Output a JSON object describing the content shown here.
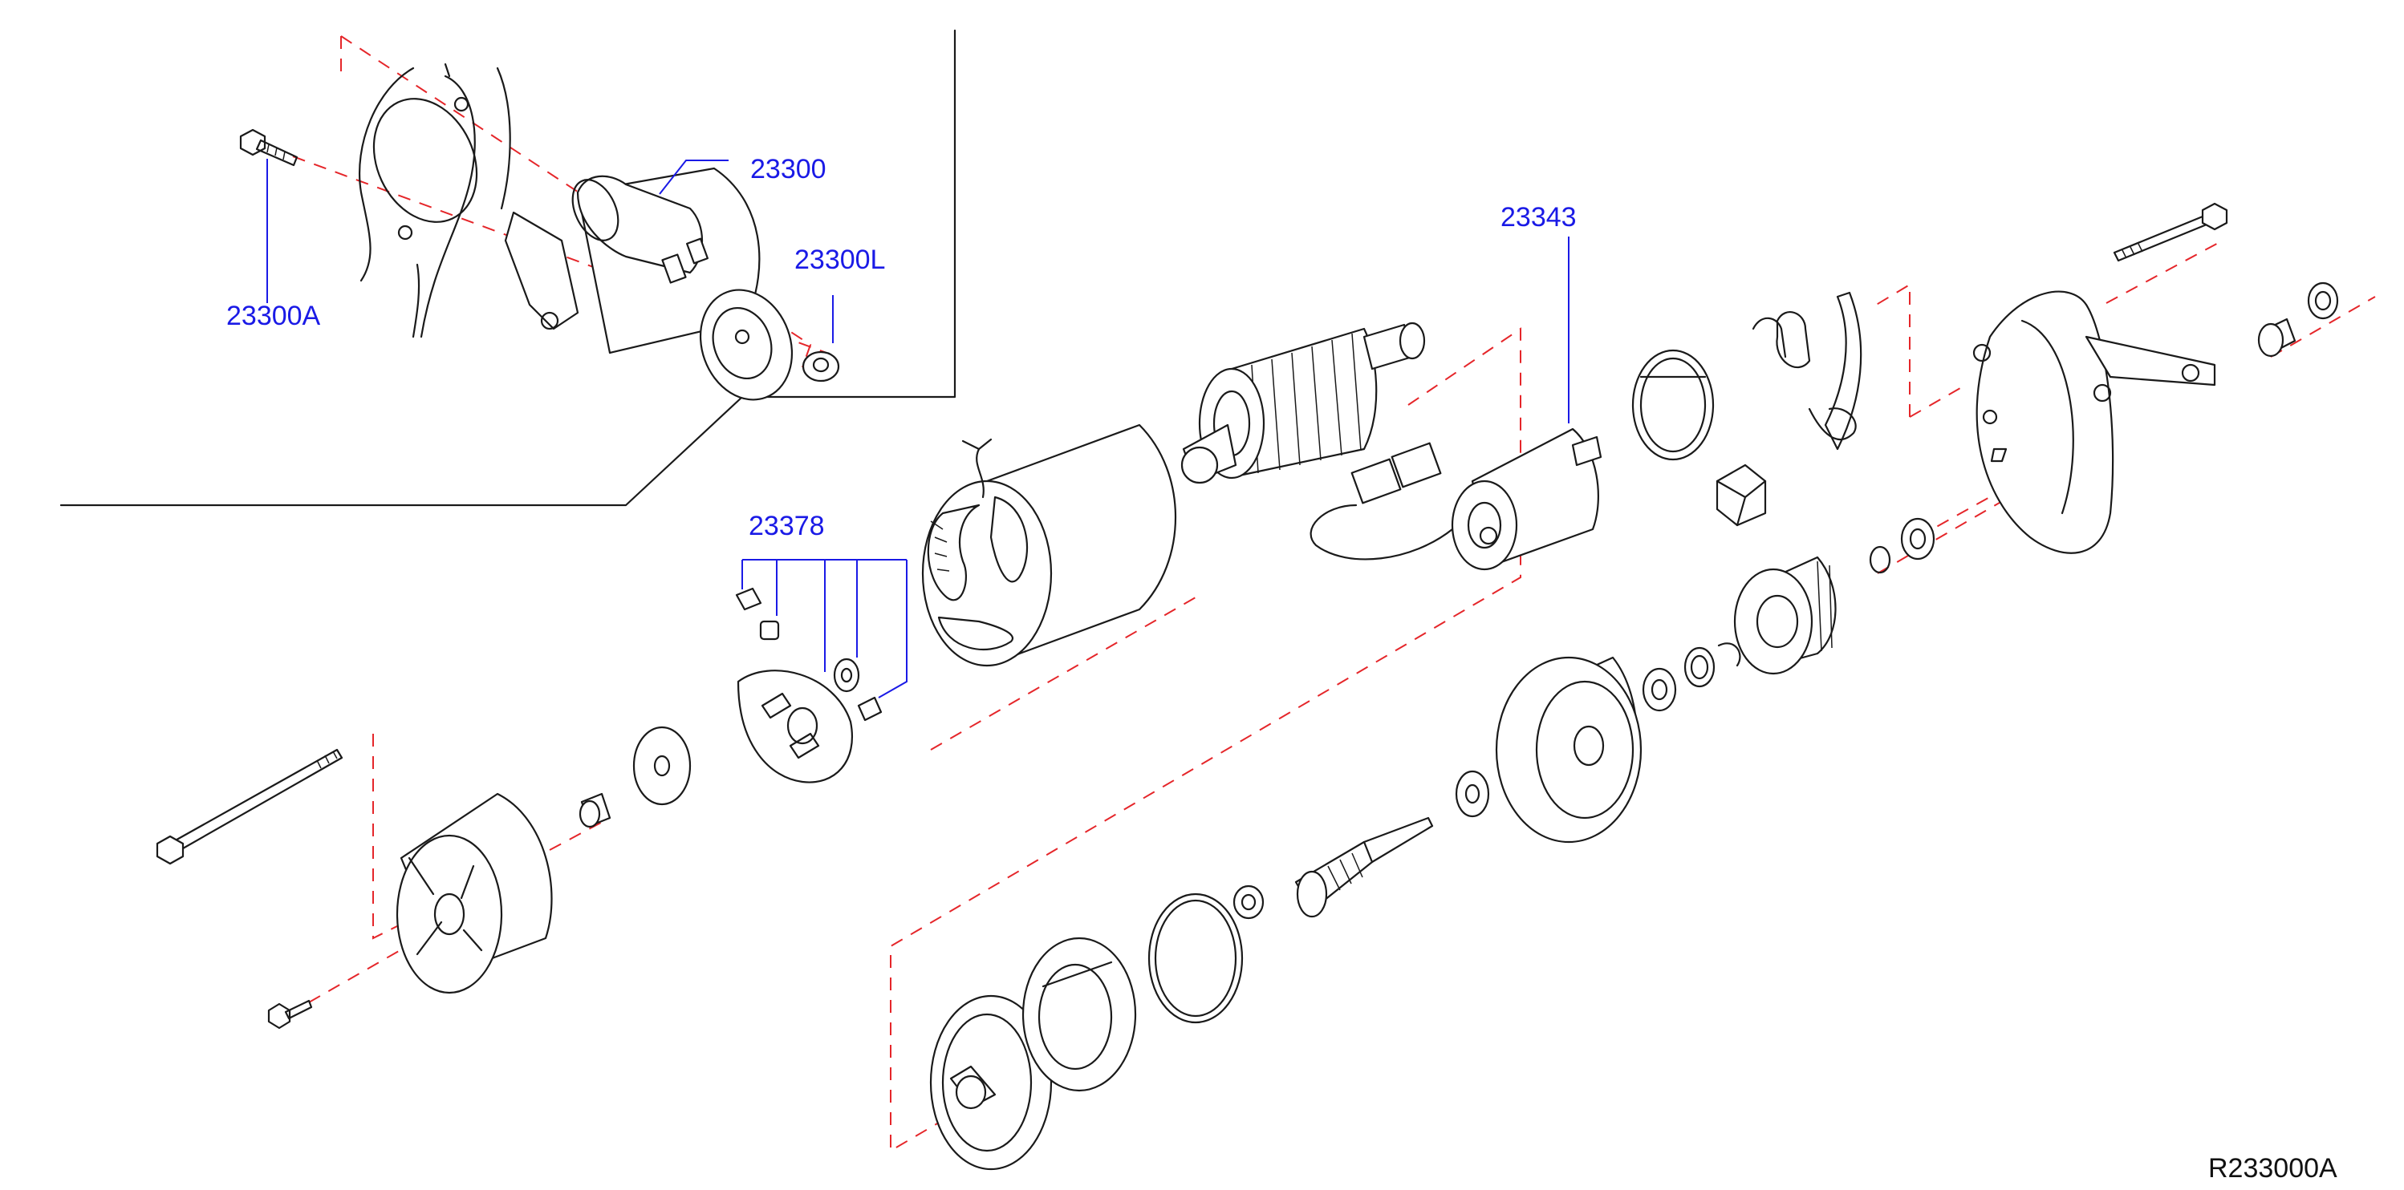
{
  "diagram": {
    "code": "R233000A",
    "colors": {
      "label": "#1a1ae6",
      "leader": "#1a1ae6",
      "centerline": "#e5262a",
      "linework": "#1a1a1a",
      "background": "#ffffff"
    },
    "callouts": [
      {
        "id": "23300",
        "label": "23300"
      },
      {
        "id": "23300L",
        "label": "23300L"
      },
      {
        "id": "23300A",
        "label": "23300A"
      },
      {
        "id": "23343",
        "label": "23343"
      },
      {
        "id": "23378",
        "label": "23378"
      }
    ]
  }
}
